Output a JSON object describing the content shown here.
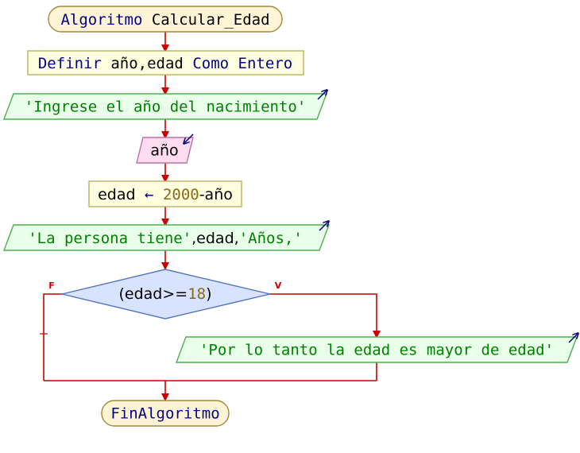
{
  "colors": {
    "line": "#cc0000",
    "keyword": "#00008b",
    "string": "#008000",
    "number": "#8b6914",
    "start_fill": "#fff5d6",
    "start_stroke": "#a08838",
    "define_fill": "#ffffe0",
    "define_stroke": "#b8b060",
    "output_fill": "#eaffea",
    "output_stroke": "#4caf50",
    "input_fill": "#ffdcef",
    "input_stroke": "#c070a0",
    "assign_fill": "#ffffe0",
    "assign_stroke": "#b8b060",
    "decision_fill": "#d8e4ff",
    "decision_stroke": "#5070c0",
    "io_arrow_icon": "#000080"
  },
  "flowchart": {
    "start": {
      "keyword": "Algoritmo",
      "name": "Calcular_Edad"
    },
    "define": {
      "kw1": "Definir",
      "vars": "año,edad",
      "kw2": "Como",
      "type": "Entero"
    },
    "output1": {
      "text": "'Ingrese el año del nacimiento'"
    },
    "input": {
      "text": "año"
    },
    "assign": {
      "target": "edad",
      "arrow": "←",
      "number": "2000",
      "rest": "-año"
    },
    "output2": {
      "str1": "'La persona tiene'",
      "mid": ",edad,",
      "str2": "'Años,'"
    },
    "decision": {
      "open": "(edad>=",
      "number": "18",
      "close": ")",
      "false_label": "F",
      "true_label": "V"
    },
    "output3": {
      "text": "'Por lo tanto la edad es mayor de edad'"
    },
    "end": {
      "keyword": "FinAlgoritmo"
    }
  }
}
